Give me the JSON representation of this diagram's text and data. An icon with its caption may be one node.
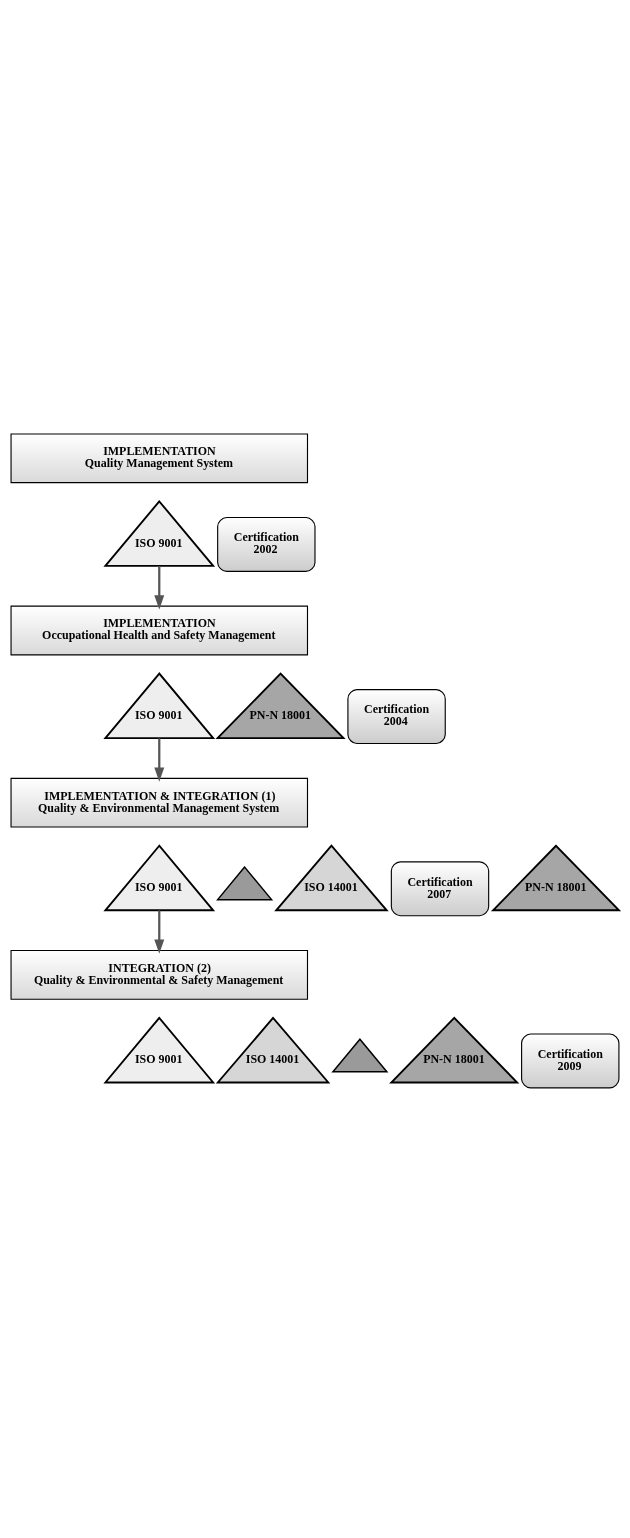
{
  "diagram": {
    "nodes": [
      {
        "text": [
          "IMPLEMENTATION",
          "Quality Management System"
        ]
      },
      {
        "text": [
          "ISO 9001"
        ]
      },
      {
        "text": [
          "Certification",
          "2002"
        ]
      },
      {
        "text": [
          "IMPLEMENTATION",
          "Occupational Health and Safety Management"
        ]
      },
      {
        "text": [
          "ISO 9001"
        ]
      },
      {
        "text": [
          "PN-N 18001"
        ]
      },
      {
        "text": [
          "Certification",
          "2004"
        ]
      },
      {
        "text": [
          "IMPLEMENTATION & INTEGRATION (1)",
          "Quality & Environmental Management System"
        ]
      },
      {
        "text": [
          "ISO 9001"
        ]
      },
      {
        "text": [],
        "shape": "triangle"
      },
      {
        "text": [
          "ISO 14001"
        ]
      },
      {
        "text": [
          "Certification",
          "2007"
        ]
      },
      {
        "text": [
          "PN-N 18001"
        ]
      },
      {
        "text": [
          "INTEGRATION (2)",
          "Quality & Environmental & Safety Management"
        ]
      },
      {
        "text": [
          "ISO 9001"
        ]
      },
      {
        "text": [
          "ISO 14001"
        ]
      },
      {
        "text": [],
        "shape": "triangle"
      },
      {
        "text": [
          "PN-N 18001"
        ]
      },
      {
        "text": [
          "Certification",
          "2009"
        ]
      }
    ],
    "edges": [
      {
        "from": 1,
        "to": 3,
        "arrow": "to"
      },
      {
        "from": 4,
        "to": 7,
        "arrow": "to"
      },
      {
        "from": 8,
        "to": 13,
        "arrow": "to"
      }
    ]
  }
}
